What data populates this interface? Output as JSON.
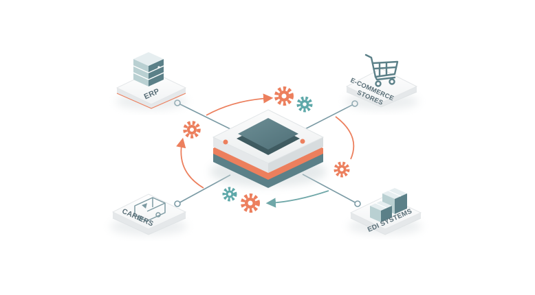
{
  "labels": {
    "erp": "ERP",
    "ecommerce_line1": "E-COMMERCE",
    "ecommerce_line2": "STORES",
    "carriers": "CARIERS",
    "edi": "EDI SYSTEMS"
  },
  "icons": {
    "hub": "integration-hub-icon",
    "erp": "server-stack-icon",
    "ecommerce": "shopping-cart-icon",
    "carriers": "delivery-truck-icon",
    "edi": "package-boxes-icon",
    "gears": "gear-icon"
  },
  "colors": {
    "teal_dark": "#5b8088",
    "teal": "#6fa7a8",
    "coral": "#ec7f5d",
    "gear_teal": "#5ea8a9",
    "line": "#7a9aa4",
    "card_top": "#ffffff",
    "card_side": "#e5e8ea"
  }
}
